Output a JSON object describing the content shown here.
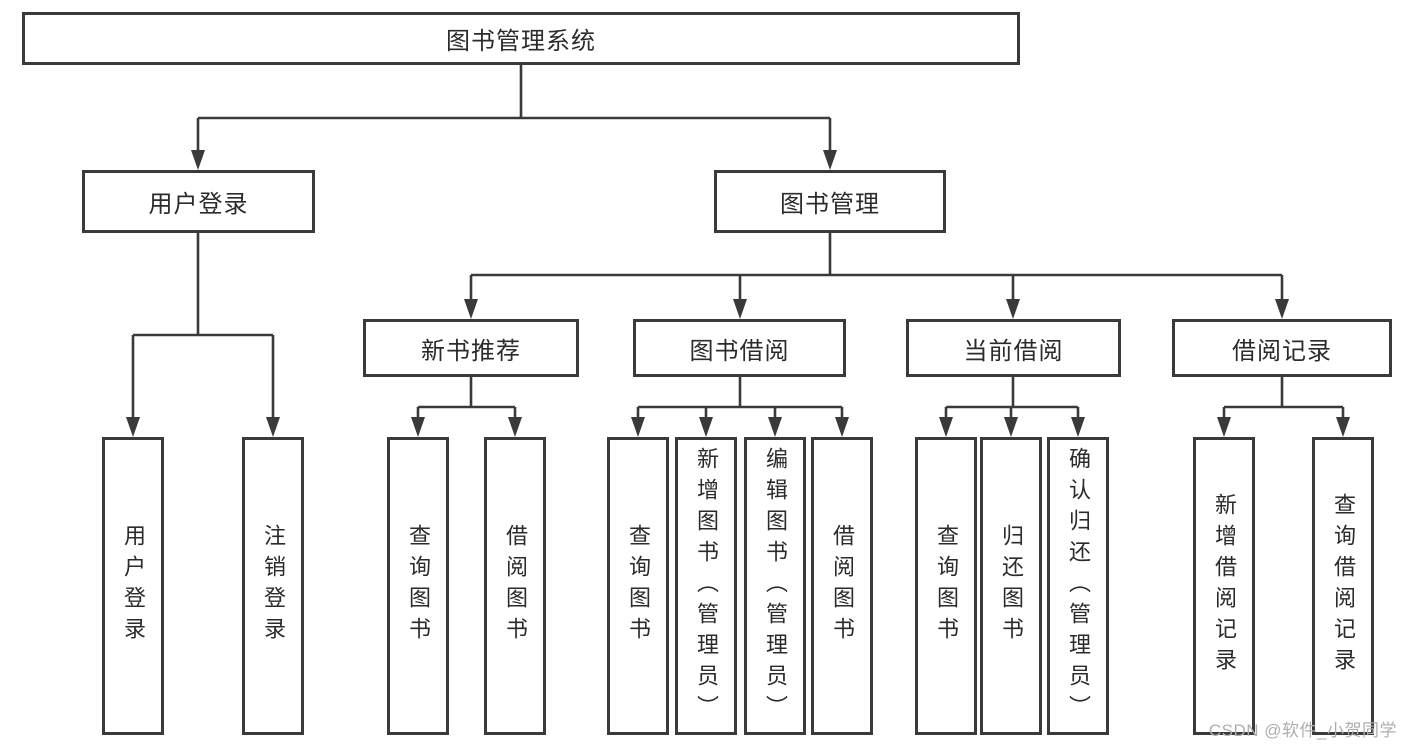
{
  "tree": {
    "root": "图书管理系统",
    "children": [
      {
        "label": "用户登录",
        "children": [
          "用户登录",
          "注销登录"
        ]
      },
      {
        "label": "图书管理",
        "children": [
          {
            "label": "新书推荐",
            "children": [
              "查询图书",
              "借阅图书"
            ]
          },
          {
            "label": "图书借阅",
            "children": [
              "查询图书",
              "新增图书（管理员）",
              "编辑图书（管理员）",
              "借阅图书"
            ]
          },
          {
            "label": "当前借阅",
            "children": [
              "查询图书",
              "归还图书",
              "确认归还（管理员）"
            ]
          },
          {
            "label": "借阅记录",
            "children": [
              "新增借阅记录",
              "查询借阅记录"
            ]
          }
        ]
      }
    ]
  },
  "watermark": {
    "text": "CSDN @软件_小贺同学"
  },
  "colors": {
    "line": "#3a3a3a",
    "text": "#2b2b2b",
    "watermark": "#aeaeae",
    "background": "#ffffff"
  }
}
